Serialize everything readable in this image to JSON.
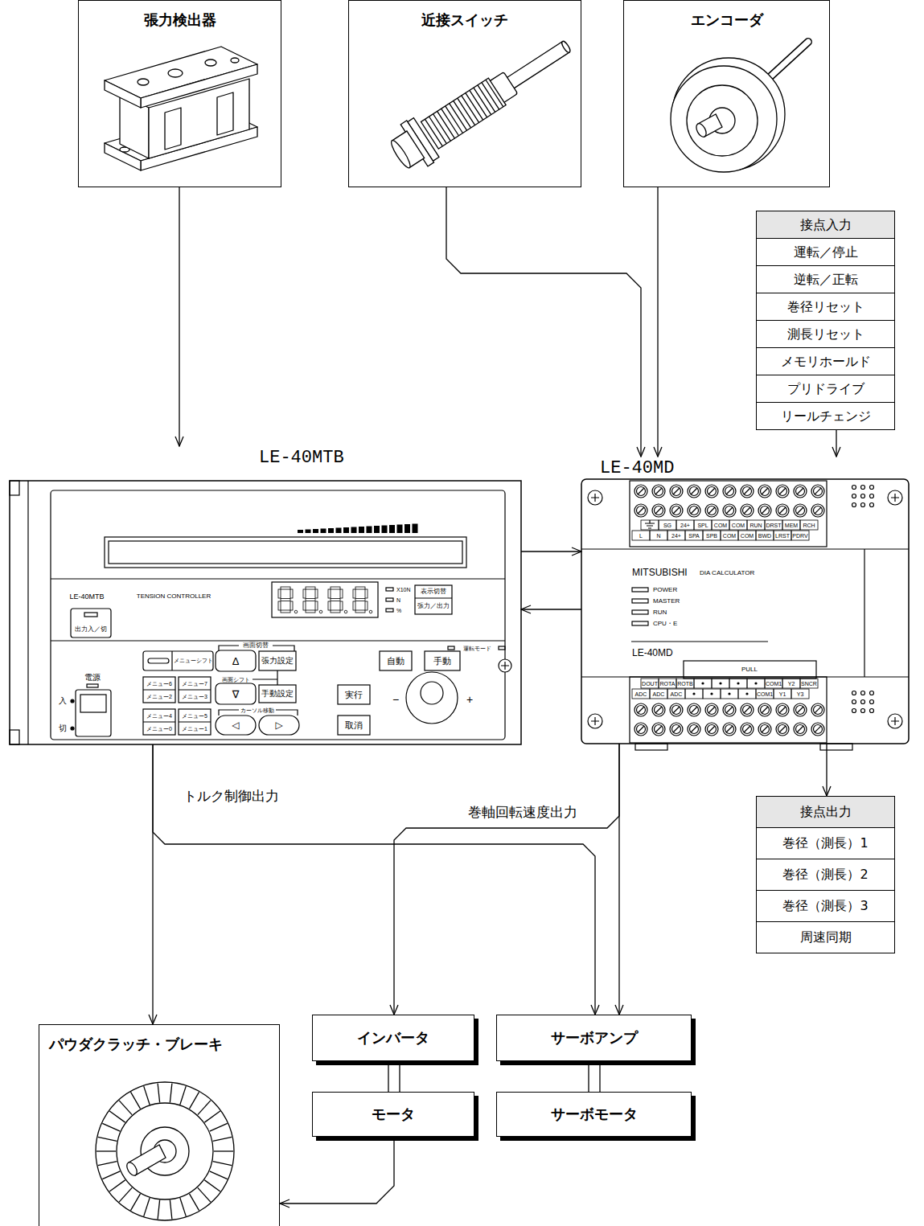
{
  "diagram": {
    "nodes": [
      {
        "text": [
          "張力検出器"
        ]
      },
      {
        "text": [
          "近接スイッチ"
        ]
      },
      {
        "text": [
          "エンコーダ"
        ]
      },
      {
        "text": [
          "接点入力",
          "運転／停止",
          "逆転／正転",
          "巻径リセット",
          "測長リセット",
          "メモリホールド",
          "プリドライブ",
          "リールチェンジ"
        ]
      },
      {
        "text": [
          "LE-40MTB"
        ]
      },
      {
        "text": [
          "LE-40MD"
        ]
      },
      {
        "text": [
          "接点出力",
          "巻径（測長）1",
          "巻径（測長）2",
          "巻径（測長）3",
          "周速同期"
        ]
      },
      {
        "text": [
          "パウダクラッチ・ブレーキ"
        ]
      },
      {
        "text": [
          "インバータ"
        ]
      },
      {
        "text": [
          "モータ"
        ]
      },
      {
        "text": [
          "サーボアンプ"
        ]
      },
      {
        "text": [
          "サーボモータ"
        ]
      }
    ],
    "edges": [
      {
        "from": 0,
        "to": 4,
        "arrow": "to"
      },
      {
        "from": 1,
        "to": 5,
        "arrow": "to"
      },
      {
        "from": 2,
        "to": 5,
        "arrow": "to"
      },
      {
        "from": 3,
        "to": 5,
        "arrow": "to"
      },
      {
        "from": 4,
        "to": 5,
        "arrow": "to"
      },
      {
        "from": 5,
        "to": 4,
        "arrow": "to"
      },
      {
        "from": 5,
        "to": 6,
        "arrow": "to"
      },
      {
        "from": 4,
        "to": 7,
        "label": "トルク制御出力",
        "arrow": "to"
      },
      {
        "from": 4,
        "to": 10,
        "arrow": "to"
      },
      {
        "from": 5,
        "to": 8,
        "label": "巻軸回転速度出力",
        "arrow": "to"
      },
      {
        "from": 5,
        "to": 10,
        "arrow": "to"
      },
      {
        "from": 8,
        "to": 9,
        "arrow": "none"
      },
      {
        "from": 10,
        "to": 11,
        "arrow": "none"
      },
      {
        "from": 9,
        "to": 7,
        "arrow": "to"
      }
    ],
    "labels": [
      "LE-40MTB",
      "TENSION CONTROLLER",
      "出力入／切",
      "X10N",
      "N",
      "%",
      "表示切替",
      "張力／出力",
      "メニューシフト",
      "画面切替",
      "Δ",
      "張力設定",
      "運転モード",
      "自動",
      "手動",
      "電源",
      "入",
      "切",
      "メニュー6",
      "メニュー2",
      "メニュー7",
      "メニュー3",
      "画面シフト",
      "∇",
      "手動設定",
      "実行",
      "メニュー4",
      "メニュー0",
      "メニュー5",
      "メニュー1",
      "カーソル移動",
      "◁",
      "▷",
      "取消",
      "−",
      "+",
      "MITSUBISHI",
      "DIA CALCULATOR",
      "POWER",
      "MASTER",
      "RUN",
      "CPU・E",
      "LE-40MD",
      "PULL",
      "SG",
      "24+",
      "SPL",
      "COM",
      "COM",
      "RUN",
      "DRST",
      "MEM",
      "RCH",
      "L",
      "N",
      "24+",
      "SPA",
      "SPB",
      "COM",
      "COM",
      "BWD",
      "LRST",
      "PDRV",
      "DOUT",
      "ROTA",
      "ROTB",
      "COM1",
      "Y2",
      "SNCR",
      "ADC",
      "ADC",
      "ADC",
      "COM1",
      "Y1",
      "Y3"
    ]
  }
}
